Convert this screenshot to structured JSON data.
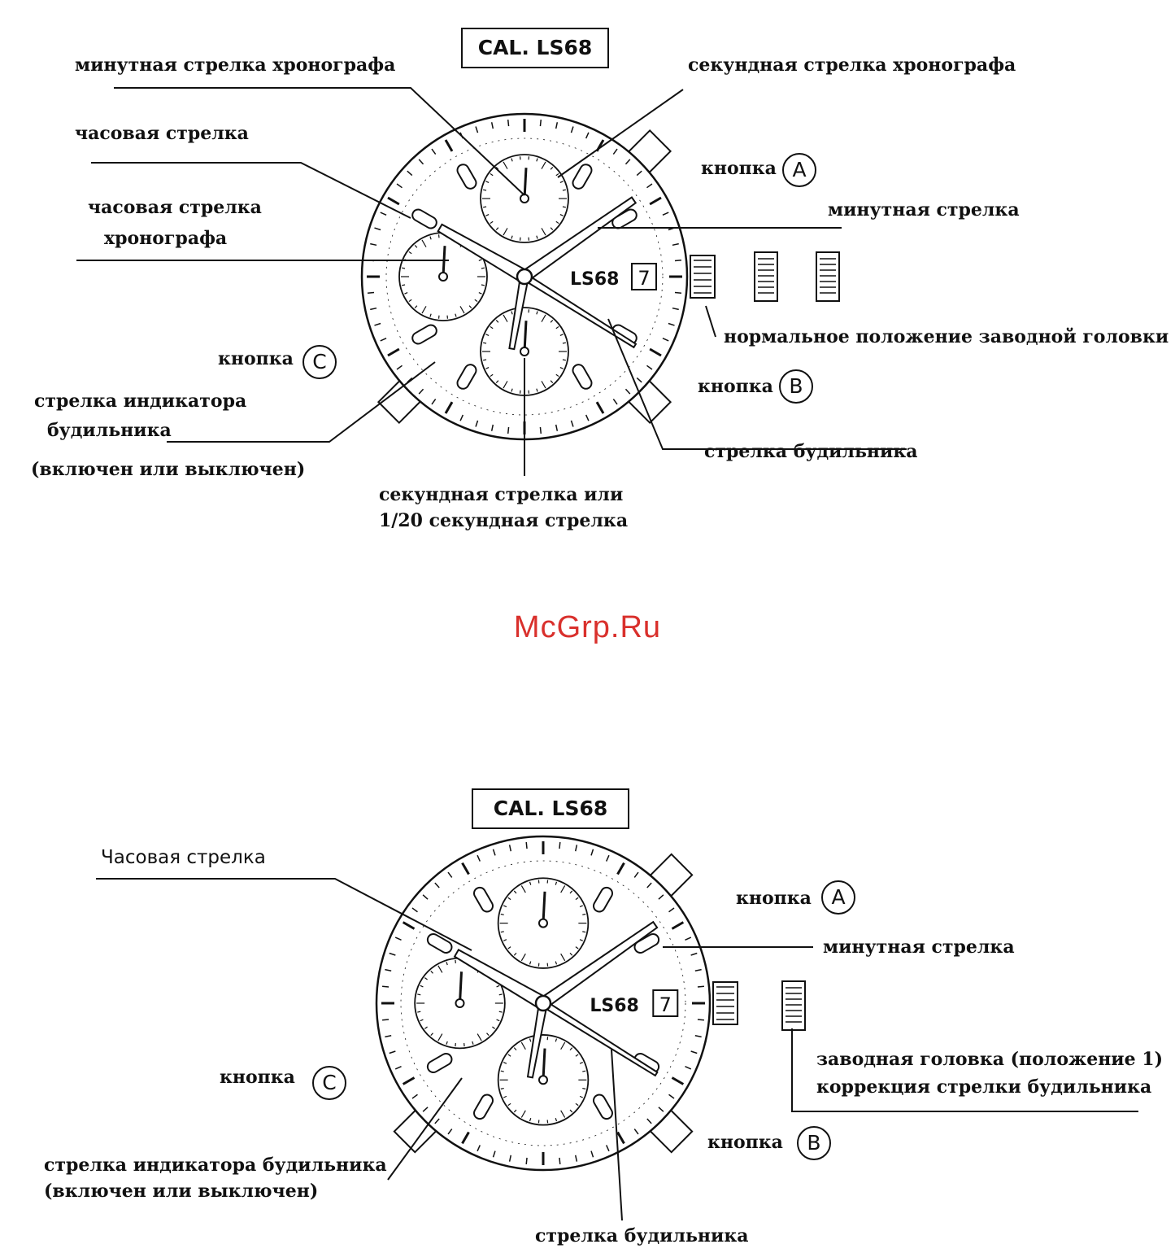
{
  "watermark": "McGrp.Ru",
  "diagram1": {
    "caliber": "CAL. LS68",
    "dial_model": "LS68",
    "dial_date": "7",
    "labels": {
      "chrono_minute_hand": "минутная стрелка хронографа",
      "chrono_second_hand": "секундная стрелка хронографа",
      "hour_hand": "часовая стрелка",
      "button_a": "кнопка",
      "minute_hand": "минутная стрелка",
      "chrono_hour_hand_line1": "часовая стрелка",
      "chrono_hour_hand_line2": "хронографа",
      "crown_normal_position": "нормальное положение заводной головки",
      "button_c": "кнопка",
      "button_b": "кнопка",
      "alarm_indicator_line1": "стрелка индикатора",
      "alarm_indicator_line2": "будильника",
      "alarm_indicator_line3": "(включен или выключен)",
      "alarm_hand": "стрелка будильника",
      "seconds_hand_line1": "секундная стрелка или",
      "seconds_hand_line2": "1/20 секундная стрелка"
    },
    "letters": {
      "a": "A",
      "b": "B",
      "c": "C"
    }
  },
  "diagram2": {
    "caliber": "CAL. LS68",
    "dial_model": "LS68",
    "dial_date": "7",
    "labels": {
      "hour_hand": "Часовая стрелка",
      "button_a": "кнопка",
      "minute_hand": "минутная стрелка",
      "crown_position1_line1": "заводная головка (положение 1)",
      "crown_position1_line2": "коррекция стрелки будильника",
      "button_c": "кнопка",
      "button_b": "кнопка",
      "alarm_indicator_line1": "стрелка индикатора будильника",
      "alarm_indicator_line2": "(включен или выключен)",
      "alarm_hand": "стрелка будильника"
    },
    "letters": {
      "a": "A",
      "b": "B",
      "c": "C"
    }
  }
}
